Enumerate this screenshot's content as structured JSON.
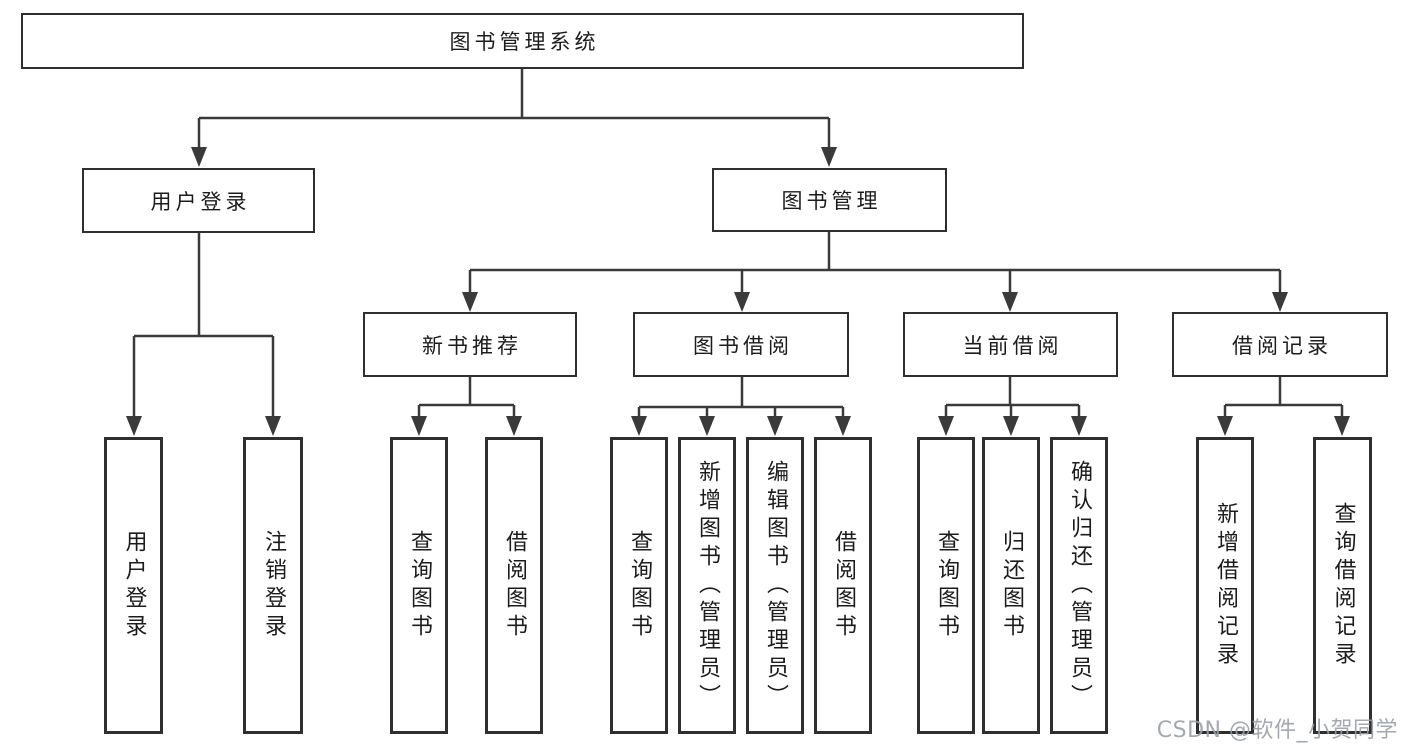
{
  "colors": {
    "line": "#3a3a3a",
    "box_border": "#2f2f2f",
    "box_fill": "#ffffff",
    "text": "#1c1c1c",
    "watermark": "#9aa0a6",
    "background": "#ffffff"
  },
  "tree": {
    "label": "图书管理系统",
    "children": [
      {
        "label": "用户登录",
        "children": [
          {
            "label": "用户登录"
          },
          {
            "label": "注销登录"
          }
        ]
      },
      {
        "label": "图书管理",
        "children": [
          {
            "label": "新书推荐",
            "children": [
              {
                "label": "查询图书"
              },
              {
                "label": "借阅图书"
              }
            ]
          },
          {
            "label": "图书借阅",
            "children": [
              {
                "label": "查询图书"
              },
              {
                "label": "新增图书（管理员）"
              },
              {
                "label": "编辑图书（管理员）"
              },
              {
                "label": "借阅图书"
              }
            ]
          },
          {
            "label": "当前借阅",
            "children": [
              {
                "label": "查询图书"
              },
              {
                "label": "归还图书"
              },
              {
                "label": "确认归还（管理员）"
              }
            ]
          },
          {
            "label": "借阅记录",
            "children": [
              {
                "label": "新增借阅记录"
              },
              {
                "label": "查询借阅记录"
              }
            ]
          }
        ]
      }
    ]
  },
  "watermark": {
    "text": "CSDN @软件_小贺同学"
  }
}
